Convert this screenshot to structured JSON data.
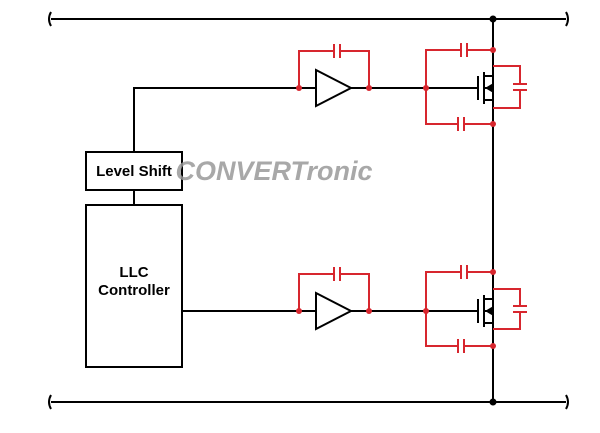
{
  "blocks": {
    "level_shift": "Level Shift",
    "llc_line1": "LLC",
    "llc_line2": "Controller"
  },
  "watermark": {
    "text": "CONVERTronic",
    "color": "#9a9a9a"
  },
  "colors": {
    "wire": "#000000",
    "parasitic": "#d7262e",
    "node_dot": "#d7262e"
  },
  "icons": [
    "buffer-amplifier-icon",
    "mosfet-icon",
    "capacitor-icon"
  ]
}
